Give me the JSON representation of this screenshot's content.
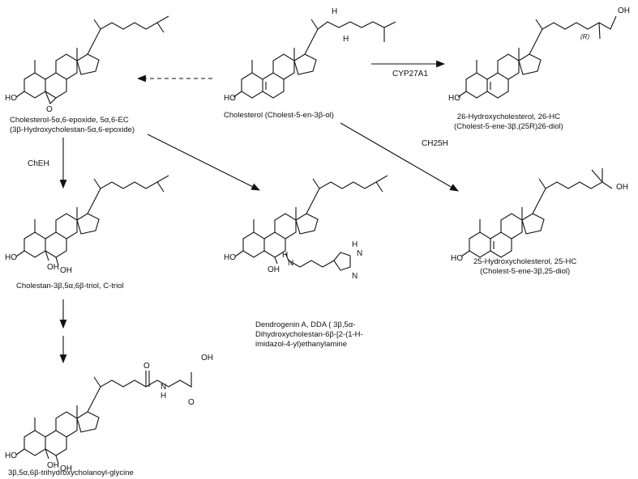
{
  "compounds": {
    "cholesterol": "Cholesterol (Cholest-5-en-3β-ol)",
    "epoxide": {
      "line1": "Cholesterol-5α,6-epoxide, 5α,6-EC",
      "line2": "(3β-Hydroxycholestan-5α,6-epoxide)"
    },
    "hc26": {
      "line1": "26-Hydroxycholesterol, 26-HC",
      "line2": "(Cholest-5-ene-3β,(25R)26-diol)"
    },
    "hc25": {
      "line1": "25-Hydroxycholesterol, 25-HC",
      "line2": "(Cholest-5-ene-3β,25-diol)"
    },
    "ctriol": "Cholestan-3β,5α,6β-triol, C-triol",
    "dda": {
      "line1": "Dendrogenin A, DDA ( 3β,5α-",
      "line2": "Dihydroxycholestan-6β-[2-(1-H-",
      "line3": "imidazol-4-yl)ethanylamine"
    },
    "glycine": "3β,5α,6β-trihydroxycholanoyl-glycine"
  },
  "enzymes": {
    "cyp": "CYP27A1",
    "ch25h": "CH25H",
    "cheh": "ChEH"
  },
  "atoms": {
    "ho": "HO",
    "oh": "OH",
    "o": "O",
    "h": "H",
    "hn": "H",
    "n": "N",
    "nh_h": "H",
    "nh_n": "N",
    "r": "(R)"
  }
}
